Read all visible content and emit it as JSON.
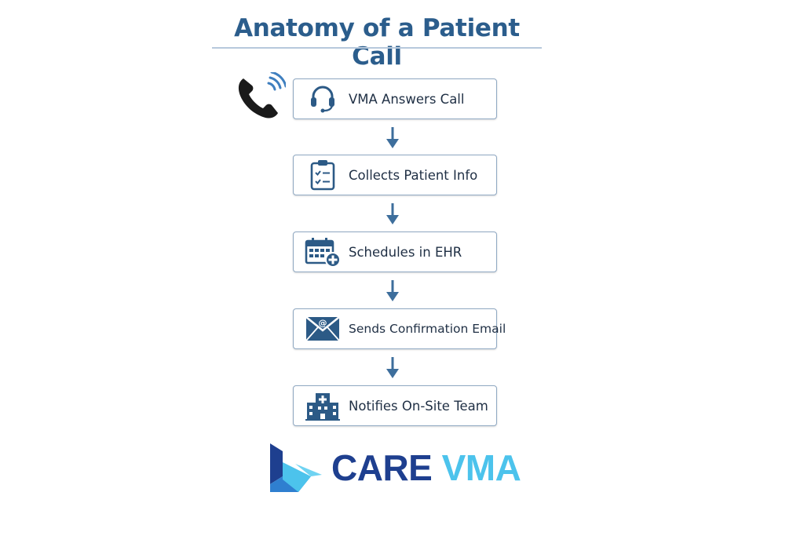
{
  "title": "Anatomy of a Patient Call",
  "steps": [
    {
      "label": "VMA Answers Call",
      "icon": "headset-icon"
    },
    {
      "label": "Collects Patient Info",
      "icon": "clipboard-checklist-icon"
    },
    {
      "label": "Schedules in EHR",
      "icon": "calendar-plus-icon"
    },
    {
      "label": "Sends Confirmation Email",
      "icon": "email-envelope-icon"
    },
    {
      "label": "Notifies On-Site Team",
      "icon": "hospital-building-icon"
    }
  ],
  "phone_icon": "ringing-phone-icon",
  "logo": {
    "word1": "CARE",
    "word2": "VMA"
  },
  "colors": {
    "title": "#2b5d8c",
    "icon": "#2c5a86",
    "arrow": "#3d6e9c",
    "box_border": "#8fa8c2",
    "logo_dark": "#1e3f8f",
    "logo_light": "#4cc3ec"
  }
}
